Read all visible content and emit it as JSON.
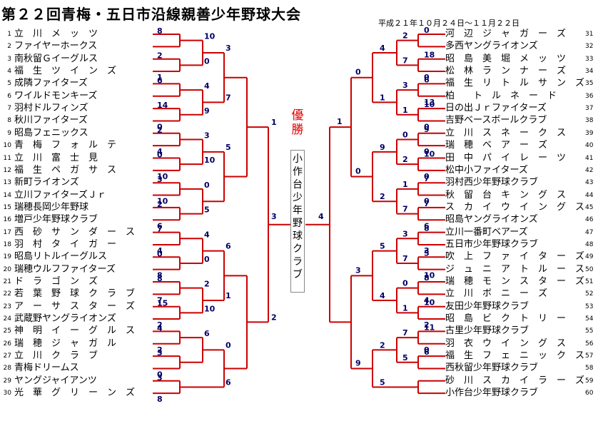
{
  "title": "第２２回青梅・五日市沿線親善少年野球大会",
  "date": "平成２１年１０月２４日～１１月２２日",
  "champion_label": [
    "優",
    "勝"
  ],
  "champion_chars": [
    "小",
    "作",
    "台",
    "少",
    "年",
    "野",
    "球",
    "ク",
    "ラ",
    "ブ"
  ],
  "line_color": "#cc0000",
  "left_teams": [
    {
      "num": "1",
      "name": "立　川　メ　ッ　ツ"
    },
    {
      "num": "2",
      "name": "ファイヤーホークス"
    },
    {
      "num": "3",
      "name": "南秋留Ｇイーグルス"
    },
    {
      "num": "4",
      "name": "福　生　ツ　イ　ン　ズ"
    },
    {
      "num": "5",
      "name": "成隣ファイターズ"
    },
    {
      "num": "6",
      "name": "ワイルドモンキーズ"
    },
    {
      "num": "7",
      "name": "羽村ドルフィンズ"
    },
    {
      "num": "8",
      "name": "秋川ファイターズ"
    },
    {
      "num": "9",
      "name": "昭島フェニックス"
    },
    {
      "num": "10",
      "name": "青　梅　フ　ォ　ル　テ"
    },
    {
      "num": "11",
      "name": "立　川　富　士　見"
    },
    {
      "num": "12",
      "name": "福　生　ペ　ガ　サ　ス"
    },
    {
      "num": "13",
      "name": "新町ライオンズ"
    },
    {
      "num": "14",
      "name": "立川ファイターズＪｒ"
    },
    {
      "num": "15",
      "name": "瑞穂長岡少年野球"
    },
    {
      "num": "16",
      "name": "増戸少年野球クラブ"
    },
    {
      "num": "17",
      "name": "西　砂　サ　ン　ダ　ー　ス"
    },
    {
      "num": "18",
      "name": "羽　村　タ　イ　ガ　ー"
    },
    {
      "num": "19",
      "name": "昭島リトルイーグルス"
    },
    {
      "num": "20",
      "name": "瑞穂ウルフファイターズ"
    },
    {
      "num": "21",
      "name": "ド　ラ　ゴ　ン　ズ"
    },
    {
      "num": "22",
      "name": "若　葉　野　球　ク　ラ　ブ"
    },
    {
      "num": "23",
      "name": "ア　ー　サ　ス　タ　ー　ズ"
    },
    {
      "num": "24",
      "name": "武蔵野ヤングライオンズ"
    },
    {
      "num": "25",
      "name": "神　明　イ　ー　グ　ル　ス"
    },
    {
      "num": "26",
      "name": "瑞　穂　ジ　ャ　ガ　ル"
    },
    {
      "num": "27",
      "name": "立　川　ク　ラ　ブ"
    },
    {
      "num": "28",
      "name": "青梅ドリームス"
    },
    {
      "num": "29",
      "name": "ヤングジャイアンツ"
    },
    {
      "num": "30",
      "name": "光　華　グ　リ　ー　ン　ズ"
    }
  ],
  "right_teams": [
    {
      "num": "31",
      "name": "河　辺　ジ　ャ　ガ　ー　ズ"
    },
    {
      "num": "32",
      "name": "多西ヤングライオンズ"
    },
    {
      "num": "33",
      "name": "昭　島　美　堀　メ　ッ　ツ"
    },
    {
      "num": "34",
      "name": "松　林　ラ　ン　ナ　ー　ズ"
    },
    {
      "num": "35",
      "name": "福　生　リ　ト　ル　サ　ン　ズ"
    },
    {
      "num": "36",
      "name": "柏　　ト　ル　ネ　ー　ド"
    },
    {
      "num": "37",
      "name": "日の出Ｊｒファイターズ"
    },
    {
      "num": "38",
      "name": "吉野ベースボールクラブ"
    },
    {
      "num": "39",
      "name": "立　川　ス　ネ　ー　ク　ス"
    },
    {
      "num": "40",
      "name": "瑞　穂　ベ　ア　ー　ズ"
    },
    {
      "num": "41",
      "name": "田　中　パ　イ　レ　ー　ツ"
    },
    {
      "num": "42",
      "name": "松中小ファイターズ"
    },
    {
      "num": "43",
      "name": "羽村西少年野球クラブ"
    },
    {
      "num": "44",
      "name": "秋　留　台　キ　ン　グ　ス"
    },
    {
      "num": "45",
      "name": "ス　カ　イ　ウ　イ　ン　グ　ス"
    },
    {
      "num": "46",
      "name": "昭島ヤングライオンズ"
    },
    {
      "num": "47",
      "name": "立川一番町ベアーズ"
    },
    {
      "num": "48",
      "name": "五日市少年野球クラブ"
    },
    {
      "num": "49",
      "name": "吹　上　フ　ァ　イ　タ　ー　ズ"
    },
    {
      "num": "50",
      "name": "ジ　ュ　ニ　ア　ト　ル　ー　ス"
    },
    {
      "num": "51",
      "name": "瑞　穂　モ　ン　ス　タ　ー　ズ"
    },
    {
      "num": "52",
      "name": "立　川　ボ　ニ　ー　ズ"
    },
    {
      "num": "53",
      "name": "友田少年野球クラブ"
    },
    {
      "num": "54",
      "name": "昭　島　ビ　ク　ト　リ　ー"
    },
    {
      "num": "55",
      "name": "古里少年野球クラブ"
    },
    {
      "num": "56",
      "name": "羽　衣　ウ　イ　ン　グ　ス"
    },
    {
      "num": "57",
      "name": "福　生　フ　ェ　ニ　ッ　ク　ス"
    },
    {
      "num": "58",
      "name": "西秋留少年野球クラブ"
    },
    {
      "num": "59",
      "name": "砂　川　ス　カ　イ　ラ　ー　ズ"
    },
    {
      "num": "60",
      "name": "小作台少年野球クラブ"
    }
  ],
  "left_r1": [
    [
      "8",
      ""
    ],
    [
      "2",
      "1"
    ],
    [
      "6",
      ""
    ],
    [
      "14",
      "0"
    ],
    [
      "2",
      "4"
    ],
    [
      "0",
      "10"
    ],
    [
      "3",
      "10"
    ],
    [
      "2",
      "6"
    ],
    [
      "7",
      "4"
    ],
    [
      "0",
      "8"
    ],
    [
      "8",
      "7"
    ],
    [
      "15",
      "2"
    ],
    [
      "4",
      "2"
    ],
    [
      "3",
      "0"
    ],
    [
      "3",
      "8"
    ],
    [
      "6",
      "1"
    ]
  ],
  "left_r2": [
    [
      "10",
      "0"
    ],
    [
      "4",
      "9"
    ],
    [
      "3",
      "10"
    ],
    [
      "0",
      "5"
    ],
    [
      "4",
      "0"
    ],
    [
      "2",
      "10"
    ],
    [
      "6",
      ""
    ],
    [
      "2",
      "4"
    ]
  ],
  "left_r3": [
    [
      "3",
      "7"
    ],
    [
      "5",
      ""
    ],
    [
      "6",
      "1"
    ],
    [
      "0",
      "6"
    ],
    [
      "3",
      ""
    ]
  ],
  "left_qf": [
    [
      "1",
      "2"
    ]
  ],
  "left_final": "3",
  "right_r1": [
    [
      "0",
      ""
    ],
    [
      "18",
      "0"
    ],
    [
      "6",
      "13"
    ],
    [
      "10",
      "0"
    ],
    [
      "9",
      "0"
    ],
    [
      "10",
      "0"
    ],
    [
      "7",
      "0"
    ],
    [
      "7",
      "6"
    ],
    [
      "8",
      "3"
    ],
    [
      "5",
      "10"
    ],
    [
      "8",
      "4"
    ],
    [
      "10",
      "2"
    ],
    [
      "11",
      "0"
    ],
    [
      "6",
      ""
    ]
  ],
  "right_r2": [
    [
      "2",
      "7"
    ],
    [
      "3",
      "1"
    ],
    [
      "0",
      "2"
    ],
    [
      "1",
      "7"
    ],
    [
      "3",
      "7"
    ],
    [
      "0",
      "1"
    ],
    [
      "7",
      "5"
    ],
    [
      "4",
      "1"
    ]
  ],
  "right_r3": [
    [
      "4",
      "1"
    ],
    [
      "9",
      "2"
    ],
    [
      "5",
      "4"
    ],
    [
      "2",
      "5"
    ]
  ],
  "right_qf": [
    [
      "0",
      "0",
      "3",
      "9"
    ]
  ],
  "right_final": "4",
  "right_top_win": "1"
}
